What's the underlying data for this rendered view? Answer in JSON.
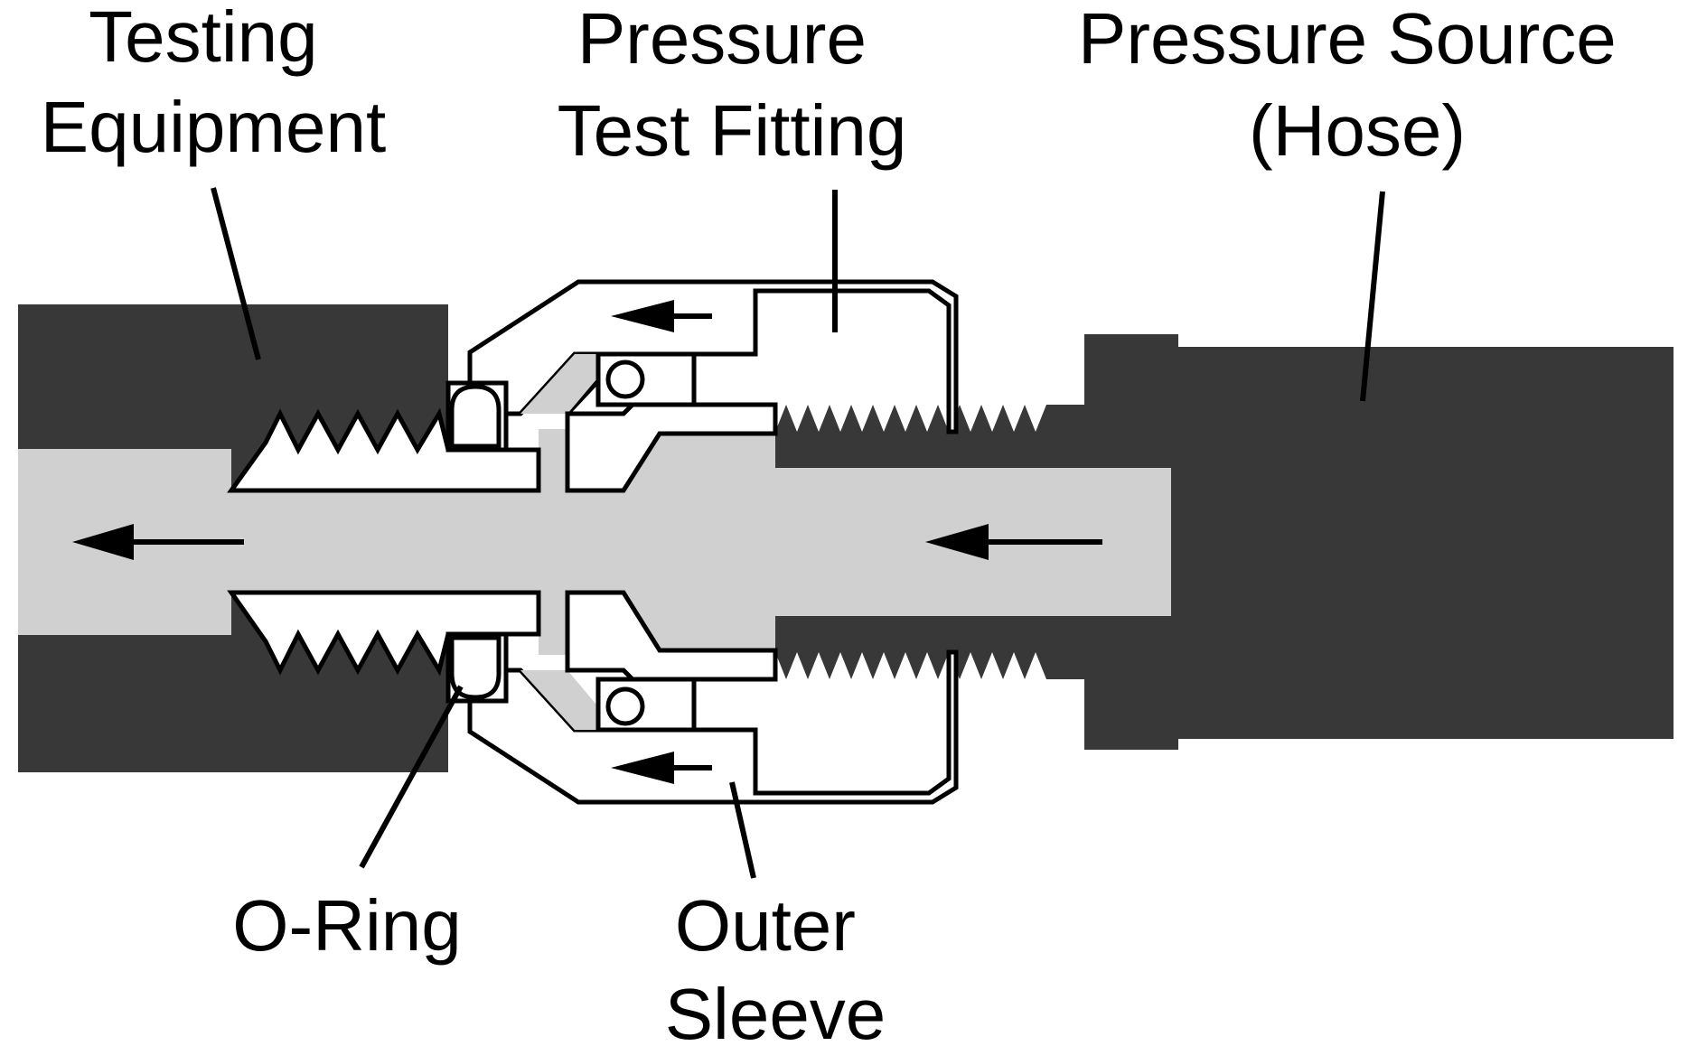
{
  "colors": {
    "background": "#ffffff",
    "dark_part": "#383838",
    "passage": "#d0d0d0",
    "outline": "#000000",
    "fitting_fill": "#ffffff"
  },
  "labels": {
    "testing_equipment": [
      "Testing",
      "Equipment"
    ],
    "pressure_test_fitting": [
      "Pressure",
      "Test Fitting"
    ],
    "pressure_source": [
      "Pressure Source",
      "(Hose)"
    ],
    "o_ring": [
      "O-Ring"
    ],
    "outer_sleeve": [
      "Outer",
      "Sleeve"
    ]
  },
  "icons": {
    "flow_arrow": "left-arrow-icon"
  }
}
